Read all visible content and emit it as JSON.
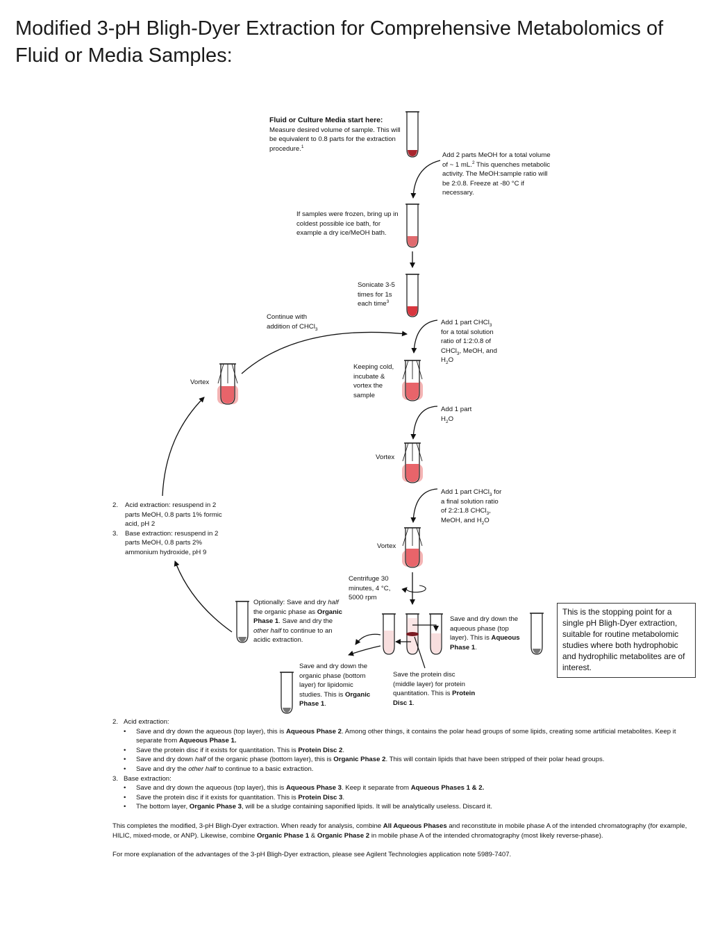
{
  "title": "Modified 3-pH Bligh-Dyer Extraction for Comprehensive Metabolomics of Fluid or Media Samples:",
  "start": {
    "heading": "Fluid or Culture Media start here:",
    "body": "Measure desired volume of sample.  This will be equivalent to 0.8 parts for the extraction procedure.",
    "ref": "1"
  },
  "step_meoh": {
    "a": "Add 2 parts MeOH for a total volume of ~ 1 mL.",
    "ref": "2",
    "b": " This quenches metabolic activity.  The MeOH:sample ratio will be 2:0.8.  Freeze at -80 °C if necessary."
  },
  "frozen": "If samples were frozen, bring up in coldest possible ice bath, for example a dry ice/MeOH bath.",
  "sonicate": {
    "text": "Sonicate 3-5 times for 1s each time",
    "ref": "3"
  },
  "continue": {
    "a": "Continue with addition of CHCl",
    "sub": "3"
  },
  "add_chcl3_1": {
    "a": "Add 1 part CHCl",
    "s1": "3",
    "b": " for a total solution ratio of 1:2:0.8 of CHCl",
    "s2": "3",
    "c": ", MeOH, and H",
    "s3": "2",
    "d": "O"
  },
  "keeping": "Keeping cold, incubate & vortex the sample",
  "vortex": "Vortex",
  "add_h2o": {
    "a": "Add 1 part H",
    "sub": "2",
    "b": "O"
  },
  "add_chcl3_2": {
    "a": "Add 1 part CHCl",
    "s1": "3",
    "b": " for a final solution ratio of 2:2:1.8 CHCl",
    "s2": "3",
    "c": ", MeOH, and H",
    "s3": "2",
    "d": "O"
  },
  "centrifuge": "Centrifuge 30 minutes, 4 °C, 5000 rpm",
  "left_list": [
    {
      "num": "2.",
      "text": "Acid extraction: resuspend in 2 parts MeOH, 0.8 parts 1% formic acid, pH 2"
    },
    {
      "num": "3.",
      "text": "Base extraction: resuspend in 2 parts MeOH, 0.8 parts 2% ammonium hydroxide, pH 9"
    }
  ],
  "optionally": {
    "a": "Optionally:  Save and dry ",
    "i1": "half",
    "b": " the organic phase as ",
    "b1": "Organic Phase 1",
    "c": ".  Save and dry the ",
    "i2": "other half",
    "d": " to continue to an acidic extraction."
  },
  "save_aqueous": {
    "a": "Save and dry down the aqueous phase (top layer).  This is ",
    "b1": "Aqueous Phase 1",
    "c": "."
  },
  "save_organic": {
    "a": "Save and dry down the organic phase (bottom layer) for lipidomic studies.   This is ",
    "b1": "Organic Phase 1",
    "c": "."
  },
  "save_protein": {
    "a": "Save the protein disc (middle layer) for protein quantitation. This is ",
    "b1": "Protein Disc 1",
    "c": "."
  },
  "stopping_point": "This is the stopping point for a single pH Bligh-Dyer extraction, suitable for routine metabolomic studies where both hydrophobic and hydrophilic metabolites are of interest.",
  "acid": {
    "num": "2.",
    "head": "Acid extraction:",
    "b1": {
      "a": "Save and dry down the aqueous (top layer), this is ",
      "b": "Aqueous Phase 2",
      "c": ".  Among other things, it contains the polar head groups of some lipids, creating some artificial metabolites.  Keep it separate from ",
      "d": "Aqueous Phase 1."
    },
    "b2": {
      "a": "Save the protein disc if it exists for quantitation.  This is ",
      "b": "Protein Disc 2",
      "c": "."
    },
    "b3": {
      "a": "Save and dry down ",
      "i": "half",
      "b": " of the organic phase (bottom layer), this is ",
      "c": "Organic Phase 2",
      "d": ".  This will contain lipids that have been stripped of their polar head groups."
    },
    "b4": {
      "a": "Save and dry the ",
      "i": "other half",
      "b": " to continue to a basic extraction."
    }
  },
  "base": {
    "num": "3.",
    "head": "Base extraction:",
    "b1": {
      "a": "Save and dry down the aqueous (top layer), this is ",
      "b": "Aqueous Phase 3",
      "c": ". Keep it separate from ",
      "d": "Aqueous Phases 1 & 2."
    },
    "b2": {
      "a": "Save the protein disc if it exists for quantitation.  This is ",
      "b": "Protein Disc 3",
      "c": "."
    },
    "b3": {
      "a": "The bottom layer, ",
      "b": "Organic Phase 3",
      "c": ", will be a sludge containing saponified lipids.  It will be analytically useless.  Discard it."
    }
  },
  "completes": {
    "a": "This completes the modified, 3-pH Bligh-Dyer extraction.  When ready for analysis, combine ",
    "b": "All Aqueous Phases",
    "c": " and reconstitute in mobile phase A of the intended chromatography (for example, HILIC, mixed-mode, or ANP).  Likewise, combine ",
    "d": "Organic Phase 1",
    "e": " & ",
    "f": "Organic Phase 2",
    "g": " in mobile phase A of the intended chromatography (most likely reverse-phase)."
  },
  "more": "For more explanation of the advantages of the 3-pH Bligh-Dyer extraction, please see Agilent Technologies application note 5989-7407.",
  "colors": {
    "sample": "#a8262e",
    "mix": "#e8646a",
    "mix_light": "#f4b4b4",
    "aqueous": "#f8dede",
    "protein": "#7a1a22",
    "outline": "#222222"
  }
}
